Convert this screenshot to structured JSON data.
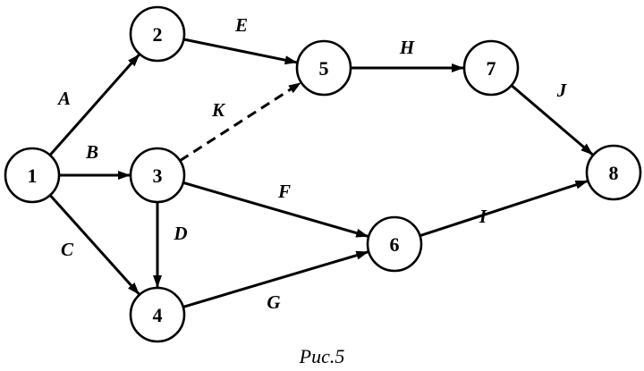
{
  "nodes": [
    {
      "id": "1",
      "label": "1"
    },
    {
      "id": "2",
      "label": "2"
    },
    {
      "id": "3",
      "label": "3"
    },
    {
      "id": "4",
      "label": "4"
    },
    {
      "id": "5",
      "label": "5"
    },
    {
      "id": "6",
      "label": "6"
    },
    {
      "id": "7",
      "label": "7"
    },
    {
      "id": "8",
      "label": "8"
    }
  ],
  "edges": [
    {
      "from": "1",
      "to": "2",
      "label": "A",
      "style": "solid"
    },
    {
      "from": "1",
      "to": "3",
      "label": "B",
      "style": "solid"
    },
    {
      "from": "1",
      "to": "4",
      "label": "C",
      "style": "solid"
    },
    {
      "from": "2",
      "to": "5",
      "label": "E",
      "style": "solid"
    },
    {
      "from": "3",
      "to": "5",
      "label": "K",
      "style": "dashed"
    },
    {
      "from": "3",
      "to": "4",
      "label": "D",
      "style": "solid"
    },
    {
      "from": "3",
      "to": "6",
      "label": "F",
      "style": "solid"
    },
    {
      "from": "4",
      "to": "6",
      "label": "G",
      "style": "solid"
    },
    {
      "from": "5",
      "to": "7",
      "label": "H",
      "style": "solid"
    },
    {
      "from": "6",
      "to": "8",
      "label": "I",
      "style": "solid"
    },
    {
      "from": "7",
      "to": "8",
      "label": "J",
      "style": "solid"
    }
  ],
  "caption": "Рис.5",
  "colors": {
    "stroke": "#000000",
    "background": "#ffffff"
  }
}
